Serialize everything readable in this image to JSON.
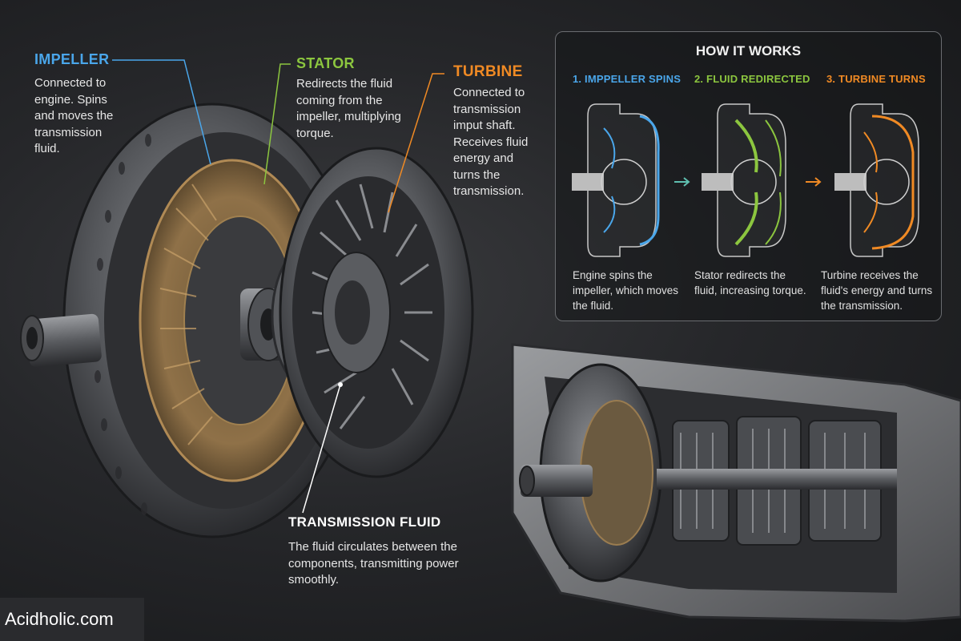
{
  "labels": {
    "impeller": {
      "title": "IMPELLER",
      "desc": "Connected to engine. Spins and moves the transmission fluid.",
      "color": "#4aa6ea"
    },
    "stator": {
      "title": "STATOR",
      "desc": "Redirects the fluid coming from the impeller, multiplying torque.",
      "color": "#8cc63f"
    },
    "turbine": {
      "title": "TURBINE",
      "desc": "Connected to transmission imput shaft. Receives fluid energy and turns the transmission.",
      "color": "#f08a24"
    },
    "fluid": {
      "title": "TRANSMISSION FLUID",
      "desc": "The fluid circulates between the components, transmitting power smoothly."
    }
  },
  "how_it_works": {
    "title": "HOW IT WORKS",
    "steps": [
      {
        "title": "1. IMPPELLER SPINS",
        "desc": "Engine spins the impeller, which moves the fluid.",
        "color": "#4aa6ea"
      },
      {
        "title": "2. FLUID REDIRECTED",
        "desc": "Stator redirects the fluid, increasing torque.",
        "color": "#8cc63f"
      },
      {
        "title": "3. TURBINE TURNS",
        "desc": "Turbine receives the fluid's energy and turns the transmission.",
        "color": "#f08a24"
      }
    ]
  },
  "brand": "Acidholic.com"
}
